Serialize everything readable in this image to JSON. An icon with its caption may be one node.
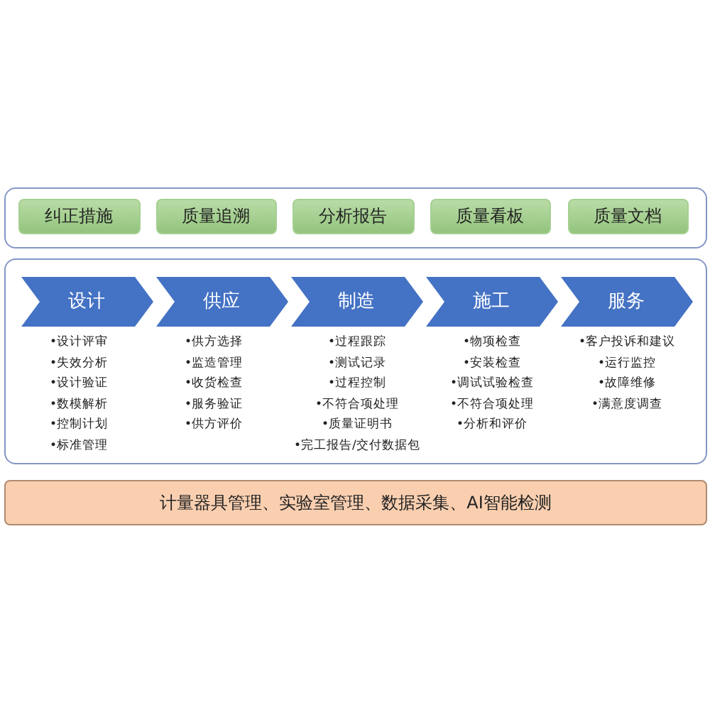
{
  "diagram": {
    "nodes": [
      {
        "text": [],
        "shape": "box"
      },
      {
        "text": [
          "纠正措施"
        ],
        "in": 0
      },
      {
        "text": [
          "质量追溯"
        ],
        "in": 0
      },
      {
        "text": [
          "分析报告"
        ],
        "in": 0
      },
      {
        "text": [
          "质量看板"
        ],
        "in": 0
      },
      {
        "text": [
          "质量文档"
        ],
        "in": 0
      },
      {
        "text": [],
        "shape": "box"
      },
      {
        "text": [
          "设计"
        ],
        "in": 6,
        "beside": [
          "•设计评审",
          "•失效分析",
          "•设计验证",
          "•数模解析",
          "•控制计划",
          "•标准管理"
        ]
      },
      {
        "text": [
          "供应"
        ],
        "in": 6,
        "beside": [
          "•供方选择",
          "•监造管理",
          "•收货检查",
          "•服务验证",
          "•供方评价"
        ]
      },
      {
        "text": [
          "制造"
        ],
        "in": 6,
        "beside": [
          "•过程跟踪",
          "•测试记录",
          "•过程控制",
          "•不符合项处理",
          "•质量证明书",
          "•完工报告/交付数据包"
        ]
      },
      {
        "text": [
          "施工"
        ],
        "in": 6,
        "beside": [
          "•物项检查",
          "•安装检查",
          "•调试试验检查",
          "•不符合项处理",
          "•分析和评价"
        ]
      },
      {
        "text": [
          "服务"
        ],
        "in": 6,
        "beside": [
          "•客户投诉和建议",
          "•运行监控",
          "•故障维修",
          "•满意度调查"
        ]
      },
      {
        "text": [
          "计量器具管理、实验室管理、数据采集、AI智能检测"
        ]
      }
    ],
    "edges": []
  }
}
